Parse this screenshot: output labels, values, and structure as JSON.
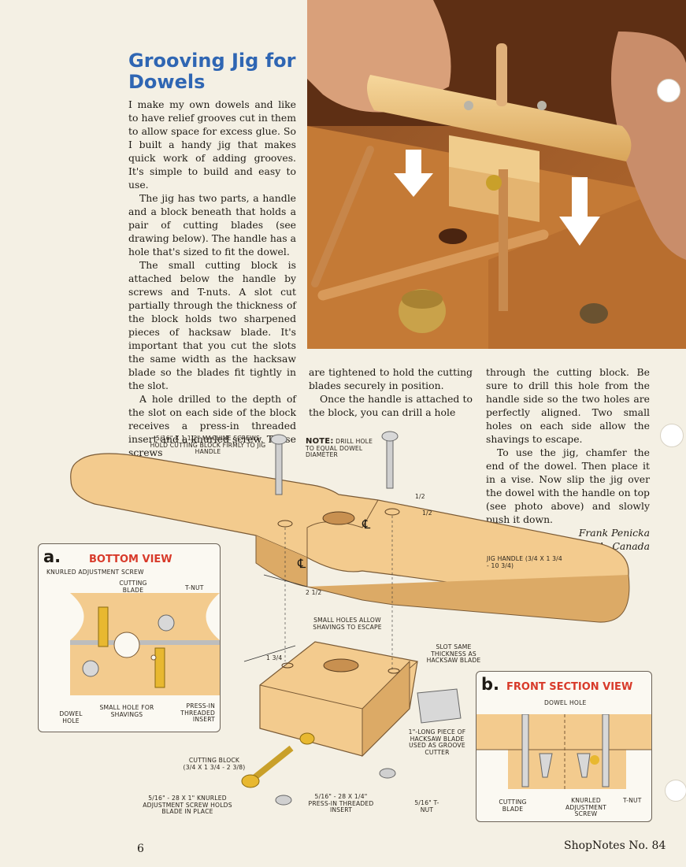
{
  "article": {
    "title_line1": "Grooving Jig for",
    "title_line2": "Dowels",
    "col1": [
      "I make my own dowels and like to have relief grooves cut in them to allow space for excess glue. So I built a handy jig that makes quick work of adding grooves. It's simple to build and easy to use.",
      "The jig has two parts, a handle and a block beneath that holds a pair of cutting blades (see drawing below). The handle has a hole that's sized to fit the dowel.",
      "The small cutting block is attached below the handle by screws and T-nuts. A slot cut partially through the thickness of the block holds two sharpened pieces of hacksaw blade. It's important that you cut the slots the same width as the hacksaw blade so the blades fit tightly in the slot.",
      "A hole drilled to the depth of the slot on each side of the block receives a press-in threaded insert and a knurled screw. These screws"
    ],
    "col2": [
      "are tightened to hold the cutting blades securely in position.",
      "Once the handle is attached to the block, you can drill a hole"
    ],
    "col3": [
      "through the cutting block. Be sure to drill this hole from the handle side so the two holes are perfectly aligned. Two small holes on each side allow the shavings to escape.",
      "To use the jig, chamfer the end of the dowel. Then place it in a vise. Now slip the jig over the dowel with the handle on top (see photo above) and slowly push it down."
    ],
    "author": "Frank Penicka",
    "location": "Mount Pearl, Nfld., Canada"
  },
  "drawing": {
    "machine_screws": "5/16\" x 1 1/2\" MACHINE SCREWS HOLD CUTTING BLOCK FIRMLY TO JIG HANDLE",
    "note_head": "NOTE:",
    "note_body": "DRILL HOLE TO EQUAL DOWEL DIAMETER",
    "dim_half_a": "1/2",
    "dim_half_b": "1/2",
    "centerline_a": "℄",
    "centerline_b": "℄",
    "jig_handle": "JIG HANDLE (3/4 x 1 3/4 - 10 3/4)",
    "dim_2half": "2 1/2",
    "small_holes": "SMALL HOLES ALLOW SHAVINGS TO ESCAPE",
    "slot_same": "SLOT SAME THICKNESS AS HACKSAW BLADE",
    "dim_1three": "1 3/4",
    "hacksaw_piece": "1\"-LONG PIECE OF HACKSAW BLADE USED AS GROOVE CUTTER",
    "cutting_block": "CUTTING BLOCK (3/4 x 1 3/4 - 2 3/8)",
    "knurled_screw": "5/16\" - 28 x 1\" KNURLED ADJUSTMENT SCREW HOLDS BLADE IN PLACE",
    "press_insert": "5/16\" - 28 x 1/4\" PRESS-IN THREADED INSERT",
    "tnut": "5/16\" T-NUT"
  },
  "inset_a": {
    "letter": "a.",
    "title": "BOTTOM VIEW",
    "knurled": "KNURLED ADJUSTMENT SCREW",
    "cutting_blade": "CUTTING BLADE",
    "tnut": "T-NUT",
    "dowel_hole": "DOWEL HOLE",
    "small_hole": "SMALL HOLE FOR SHAVINGS",
    "press_in": "PRESS-IN THREADED INSERT"
  },
  "inset_b": {
    "letter": "b.",
    "title": "FRONT SECTION VIEW",
    "dowel_hole": "DOWEL HOLE",
    "cutting_blade": "CUTTING BLADE",
    "knurled": "KNURLED ADJUSTMENT SCREW",
    "tnut": "T-NUT"
  },
  "footer": {
    "page_number": "6",
    "magazine": "ShopNotes No. 84"
  },
  "colors": {
    "title_blue": "#2f66b3",
    "inset_red": "#d83a2a",
    "wood": "#f2c98a",
    "brass": "#e8b830"
  }
}
